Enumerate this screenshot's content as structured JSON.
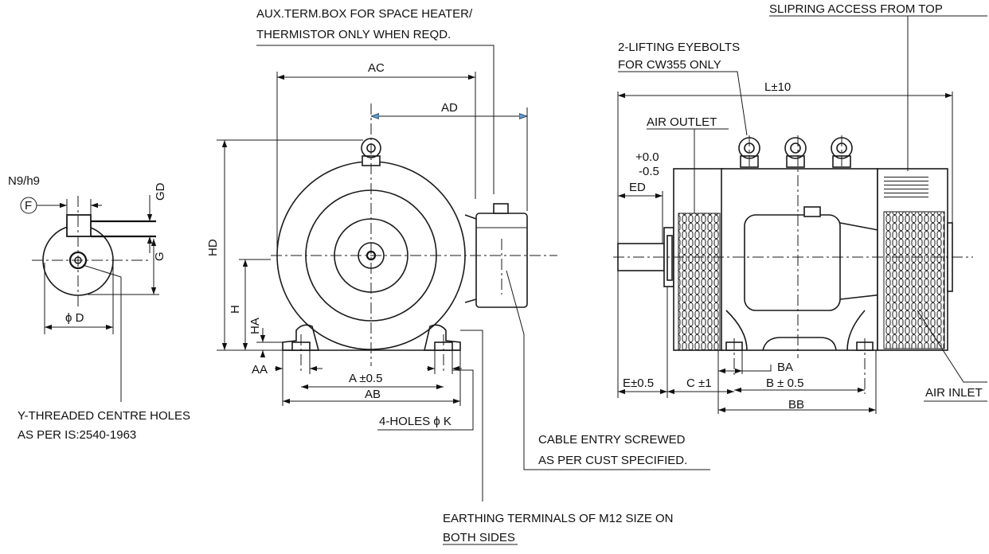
{
  "labels": {
    "aux_term_box_line1": "AUX.TERM.BOX FOR SPACE HEATER/",
    "aux_term_box_line2": "THERMISTOR ONLY WHEN REQD.",
    "slipring_access": "SLIPRING ACCESS FROM TOP",
    "lifting_eyebolts_line1": "2-LIFTING EYEBOLTS",
    "lifting_eyebolts_line2": "FOR CW355 ONLY",
    "air_outlet": "AIR OUTLET",
    "air_inlet": "AIR INLET",
    "n9h9": "N9/h9",
    "f_symbol": "F",
    "centre_holes_line1": "Y-THREADED CENTRE HOLES",
    "centre_holes_line2": "AS PER IS:2540-1963",
    "cable_entry_line1": "CABLE ENTRY SCREWED",
    "cable_entry_line2": "AS PER CUST SPECIFIED.",
    "earthing_line1": "EARTHING TERMINALS OF M12 SIZE ON",
    "earthing_line2": "BOTH SIDES",
    "four_holes": "4-HOLES ϕ K"
  },
  "dimensions": {
    "GD": "GD",
    "G": "G",
    "phiD": "ϕ D",
    "AC": "AC",
    "AD": "AD",
    "HD": "HD",
    "H": "H",
    "HA": "HA",
    "AA": "AA",
    "A": "A ±0.5",
    "AB": "AB",
    "L": "L±10",
    "tol_plus": "+0.0",
    "tol_minus": "-0.5",
    "ED": "ED",
    "E": "E±0.5",
    "C": "C ±1",
    "BA": "BA",
    "B": "B ± 0.5",
    "BB": "BB"
  }
}
